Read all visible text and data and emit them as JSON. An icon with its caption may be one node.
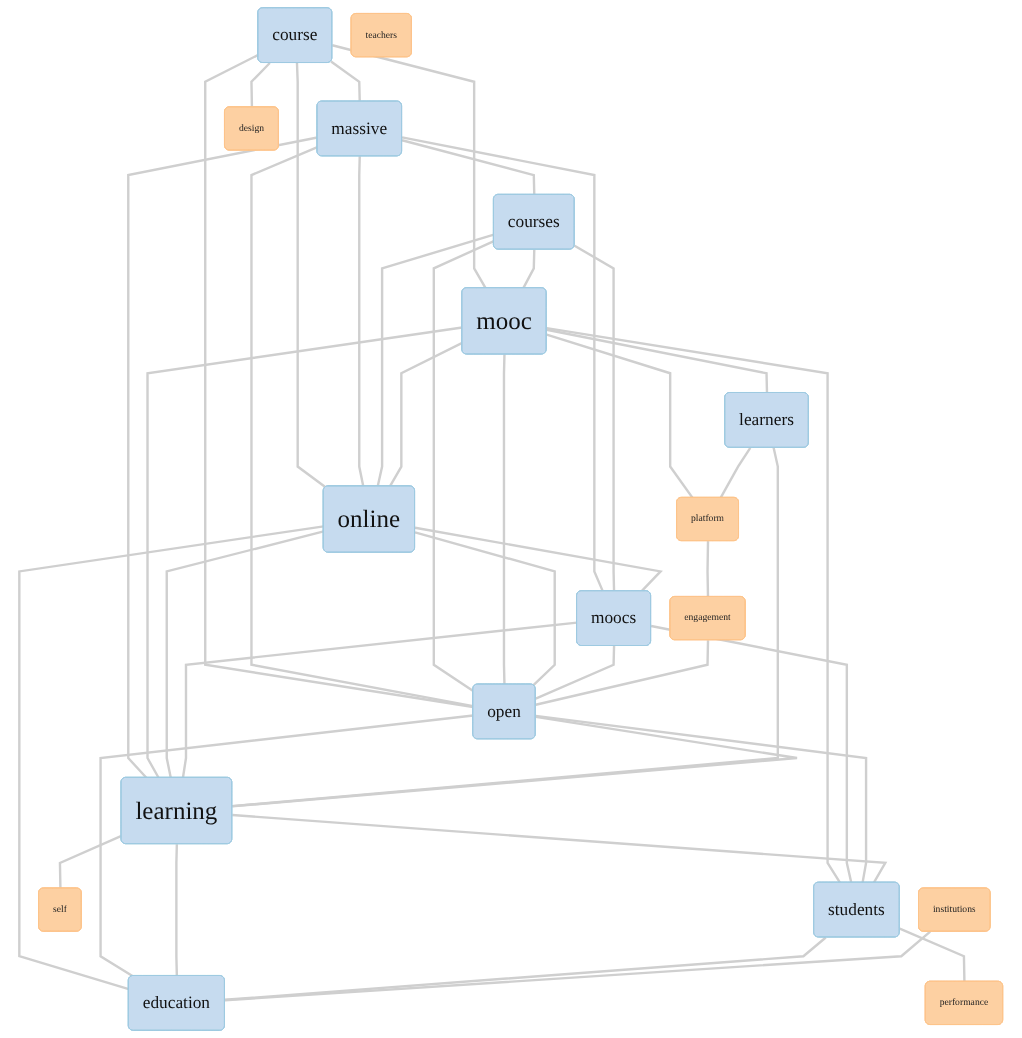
{
  "diagram": {
    "nodes": [
      {
        "text": [
          "course"
        ]
      },
      {
        "text": [
          "massive"
        ]
      },
      {
        "text": [
          "design"
        ]
      },
      {
        "text": [
          "courses"
        ]
      },
      {
        "text": [
          "mooc"
        ]
      },
      {
        "text": [
          "online"
        ]
      },
      {
        "text": [
          "moocs"
        ]
      },
      {
        "text": [
          "engagement"
        ]
      },
      {
        "text": [
          "platform"
        ]
      },
      {
        "text": [
          "learners"
        ]
      },
      {
        "text": [
          "open"
        ]
      },
      {
        "text": [
          "learning"
        ]
      },
      {
        "text": [
          "teachers"
        ]
      },
      {
        "text": [
          "students"
        ]
      },
      {
        "text": [
          "self"
        ]
      },
      {
        "text": [
          "institutions"
        ]
      },
      {
        "text": [
          "education"
        ]
      },
      {
        "text": [
          "performance"
        ]
      }
    ],
    "edges": [
      {
        "from": 0,
        "to": 1,
        "arrow": "none"
      },
      {
        "from": 0,
        "to": 2,
        "arrow": "none"
      },
      {
        "from": 0,
        "to": 4,
        "arrow": "none"
      },
      {
        "from": 0,
        "to": 5,
        "arrow": "none"
      },
      {
        "from": 0,
        "to": 10,
        "arrow": "none"
      },
      {
        "from": 1,
        "to": 3,
        "arrow": "none"
      },
      {
        "from": 1,
        "to": 5,
        "arrow": "none"
      },
      {
        "from": 1,
        "to": 10,
        "arrow": "none"
      },
      {
        "from": 1,
        "to": 6,
        "arrow": "none"
      },
      {
        "from": 1,
        "to": 11,
        "arrow": "none"
      },
      {
        "from": 3,
        "to": 4,
        "arrow": "none"
      },
      {
        "from": 3,
        "to": 5,
        "arrow": "none"
      },
      {
        "from": 3,
        "to": 10,
        "arrow": "none"
      },
      {
        "from": 3,
        "to": 6,
        "arrow": "none"
      },
      {
        "from": 4,
        "to": 5,
        "arrow": "none"
      },
      {
        "from": 4,
        "to": 9,
        "arrow": "none"
      },
      {
        "from": 4,
        "to": 8,
        "arrow": "none"
      },
      {
        "from": 4,
        "to": 11,
        "arrow": "none"
      },
      {
        "from": 4,
        "to": 10,
        "arrow": "none"
      },
      {
        "from": 4,
        "to": 13,
        "arrow": "none"
      },
      {
        "from": 5,
        "to": 6,
        "arrow": "none"
      },
      {
        "from": 5,
        "to": 10,
        "arrow": "none"
      },
      {
        "from": 5,
        "to": 11,
        "arrow": "none"
      },
      {
        "from": 5,
        "to": 16,
        "arrow": "none"
      },
      {
        "from": 6,
        "to": 10,
        "arrow": "none"
      },
      {
        "from": 6,
        "to": 11,
        "arrow": "none"
      },
      {
        "from": 6,
        "to": 13,
        "arrow": "none"
      },
      {
        "from": 7,
        "to": 10,
        "arrow": "none"
      },
      {
        "from": 8,
        "to": 7,
        "arrow": "none"
      },
      {
        "from": 9,
        "to": 8,
        "arrow": "none"
      },
      {
        "from": 9,
        "to": 11,
        "arrow": "none"
      },
      {
        "from": 10,
        "to": 11,
        "arrow": "none"
      },
      {
        "from": 10,
        "to": 13,
        "arrow": "none"
      },
      {
        "from": 10,
        "to": 16,
        "arrow": "none"
      },
      {
        "from": 11,
        "to": 13,
        "arrow": "none"
      },
      {
        "from": 11,
        "to": 14,
        "arrow": "none"
      },
      {
        "from": 11,
        "to": 16,
        "arrow": "none"
      },
      {
        "from": 13,
        "to": 16,
        "arrow": "none"
      },
      {
        "from": 13,
        "to": 17,
        "arrow": "none"
      },
      {
        "from": 15,
        "to": 16,
        "arrow": "none"
      }
    ]
  }
}
